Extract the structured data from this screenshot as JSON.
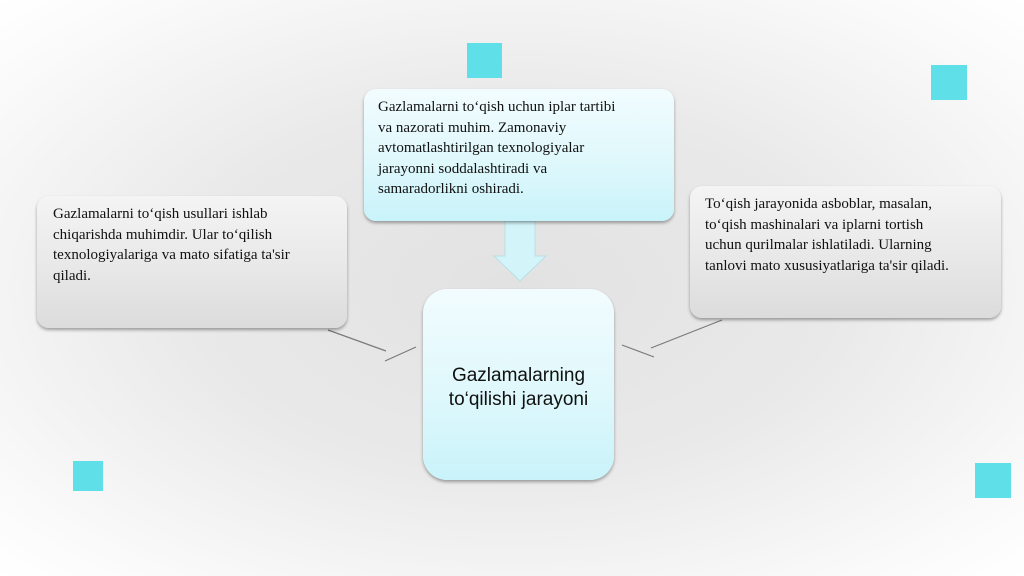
{
  "accent_color": "#5fe0e8",
  "center": {
    "lines": [
      "Gazlamalarning",
      "to‘qilishi jarayoni"
    ]
  },
  "top_box": {
    "lines": [
      "Gazlamalarni to‘qish uchun iplar tartibi",
      "va nazorati muhim. Zamonaviy",
      "avtomatlashtirilgan texnologiyalar",
      "jarayonni soddalashtiradi va",
      "samaradorlikni oshiradi."
    ]
  },
  "left_box": {
    "lines": [
      "Gazlamalarni to‘qish usullari ishlab",
      "chiqarishda muhimdir. Ular to‘qilish",
      "texnologiyalariga va mato sifatiga ta'sir",
      "qiladi."
    ]
  },
  "right_box": {
    "lines": [
      "To‘qish jarayonida asboblar, masalan,",
      "to‘qish mashinalari va iplarni tortish",
      "uchun qurilmalar ishlatiladi. Ularning",
      "tanlovi mato xususiyatlariga ta'sir qiladi."
    ]
  }
}
